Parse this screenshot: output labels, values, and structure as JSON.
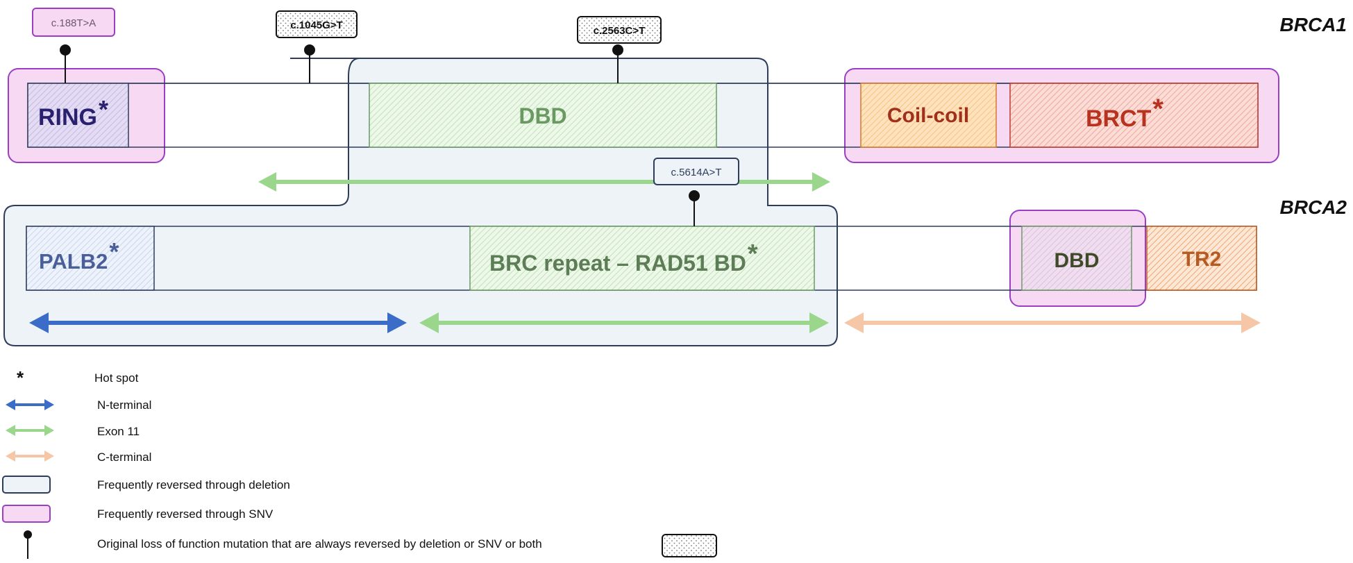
{
  "genes": {
    "brca1": {
      "title": "BRCA1",
      "domains": {
        "ring": {
          "label": "RING",
          "star": "*"
        },
        "dbd": {
          "label": "DBD"
        },
        "coil": {
          "label": "Coil-coil"
        },
        "brct": {
          "label": "BRCT",
          "star": "*"
        }
      },
      "mutations": [
        "c.188T>A",
        "c.1045G>T",
        "c.2563C>T"
      ]
    },
    "brca2": {
      "title": "BRCA2",
      "domains": {
        "palb2": {
          "label": "PALB2",
          "star": "*"
        },
        "brc": {
          "label": "BRC repeat – RAD51 BD",
          "star": "*"
        },
        "dbd": {
          "label": "DBD"
        },
        "tr2": {
          "label": "TR2"
        }
      },
      "mutations": [
        "c.5614A>T"
      ]
    }
  },
  "legend": {
    "hotspot_symbol": "*",
    "hotspot": "Hot spot",
    "n_terminal": "N-terminal",
    "exon11": "Exon 11",
    "c_terminal": "C-terminal",
    "deletion": "Frequently reversed through deletion",
    "snv": "Frequently reversed through SNV",
    "lof": "Original loss of function mutation that are always reversed by deletion or SNV or both"
  },
  "colors": {
    "n_terminal": "#3a6cc8",
    "exon11": "#9ad68c",
    "c_terminal": "#f6c7a6",
    "deletion_border": "#2e3c5c",
    "deletion_fill": "#eef3f8",
    "snv_border": "#9a3fc4",
    "snv_fill": "#f8d9f4",
    "ring_text": "#2a2070",
    "dbd_text": "#6a9a62",
    "coil_text": "#a0301c",
    "brct_text": "#b8331f",
    "palb2_text": "#4a5f9a",
    "brc_text": "#5c7d55",
    "tr2_text": "#b45b24"
  }
}
